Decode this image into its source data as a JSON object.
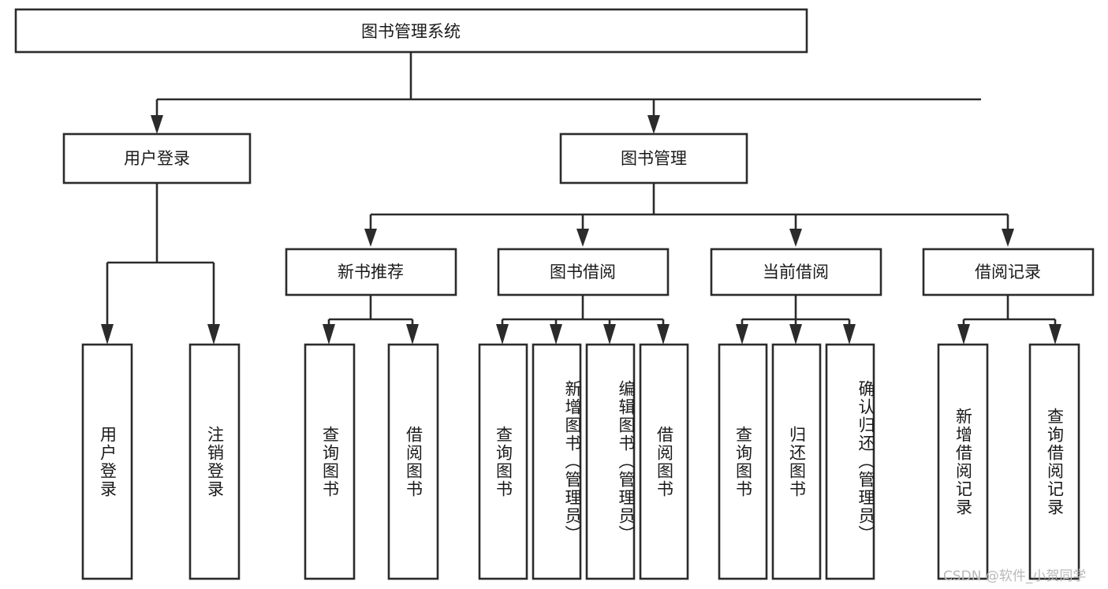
{
  "diagram": {
    "type": "tree-hierarchy-chart",
    "title": "图书管理系统",
    "orientation": "top-down",
    "colors": {
      "box_stroke": "#2b2b2b",
      "box_fill": "#ffffff",
      "connector": "#2b2b2b",
      "text": "#1a1a1a",
      "background": "#ffffff",
      "watermark": "#b9b9b9"
    },
    "root": {
      "label": "图书管理系统"
    },
    "level2": [
      {
        "label": "用户登录"
      },
      {
        "label": "图书管理"
      }
    ],
    "level3": [
      {
        "label": "新书推荐"
      },
      {
        "label": "图书借阅"
      },
      {
        "label": "当前借阅"
      },
      {
        "label": "借阅记录"
      }
    ],
    "leaves": {
      "user_login": [
        {
          "label": "用户登录"
        },
        {
          "label": "注销登录"
        }
      ],
      "new_book_recommend": [
        {
          "label": "查询图书"
        },
        {
          "label": "借阅图书"
        }
      ],
      "book_borrow": [
        {
          "label": "查询图书"
        },
        {
          "label": "新增图书（管理员）"
        },
        {
          "label": "编辑图书（管理员）"
        },
        {
          "label": "借阅图书"
        }
      ],
      "current_borrow": [
        {
          "label": "查询图书"
        },
        {
          "label": "归还图书"
        },
        {
          "label": "确认归还（管理员）"
        }
      ],
      "borrow_record": [
        {
          "label": "新增借阅记录"
        },
        {
          "label": "查询借阅记录"
        }
      ]
    }
  },
  "watermark": {
    "text": "CSDN @软件_小贺同学"
  }
}
